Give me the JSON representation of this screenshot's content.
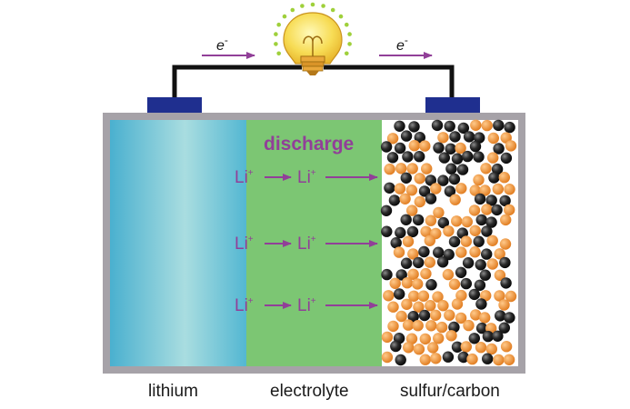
{
  "diagram": {
    "electron_label_left": "e",
    "electron_label_right": "e",
    "electron_superscript": "-",
    "process_label": "discharge",
    "ion_rows": [
      {
        "left": "Li",
        "right": "Li",
        "charge": "+"
      },
      {
        "left": "Li",
        "right": "Li",
        "charge": "+"
      },
      {
        "left": "Li",
        "right": "Li",
        "charge": "+"
      }
    ],
    "regions": {
      "anode": "lithium",
      "electrolyte": "electrolyte",
      "cathode": "sulfur/carbon"
    },
    "colors": {
      "wire": "#111111",
      "terminal": "#1f2f8f",
      "casing": "#a6a2a8",
      "electrolyte": "#7cc673",
      "anode_edge": "#4ab0cf",
      "anode_center": "#a7dbe0",
      "arrow": "#913f98",
      "sulfur": "#f08a2c",
      "carbon": "#1c1c1c",
      "bulb": "#f4d24a",
      "bulb_glow": "#9fd03b"
    },
    "icons": [
      "light-bulb-icon"
    ]
  }
}
